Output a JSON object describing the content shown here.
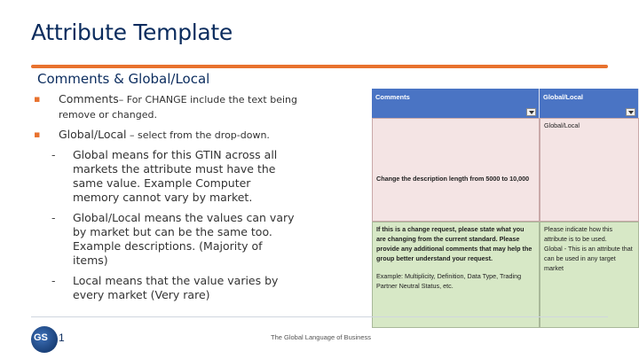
{
  "page_title": "Attribute Template",
  "section_title": "Comments & Global/Local",
  "bullets": [
    {
      "head": "Comments",
      "body": "– For CHANGE include the text being remove or changed."
    },
    {
      "head": "Global/Local",
      "body": " – select from the drop-down."
    }
  ],
  "sub_bullets": [
    "Global means for this GTIN across all markets the attribute must have the same value. Example Computer memory cannot vary by market.",
    "Global/Local means the values can vary by market but can be the same too. Example descriptions. (Majority of items)",
    "Local means that the value varies by every market (Very rare)"
  ],
  "sheet": {
    "col1_header": "Comments",
    "col2_header": "Global/Local",
    "col2_value": "Global/Local",
    "example_comment": "Change the description length from 5000 to 10,000",
    "instruction_col1": "If this is a change request, please state what you are changing from the current standard. Please provide any additional comments that may help the group better understand your request.",
    "instruction_col1_example": "Example: Multiplicity, Definition, Data Type, Trading Partner Neutral Status, etc.",
    "instruction_col2": "Please indicate how this attribute is to be used.",
    "instruction_col2_example": "Global - This is an attribute that can be used in any target market"
  },
  "footer": {
    "logo_text": "GS",
    "logo_suffix": "1",
    "tagline": "The Global Language of Business"
  },
  "colors": {
    "accent": "#e8722e",
    "title": "#0b2c5e",
    "header_blue": "#4a74c4",
    "pink_cell": "#f4e4e4",
    "green_cell": "#d7e8c6"
  }
}
